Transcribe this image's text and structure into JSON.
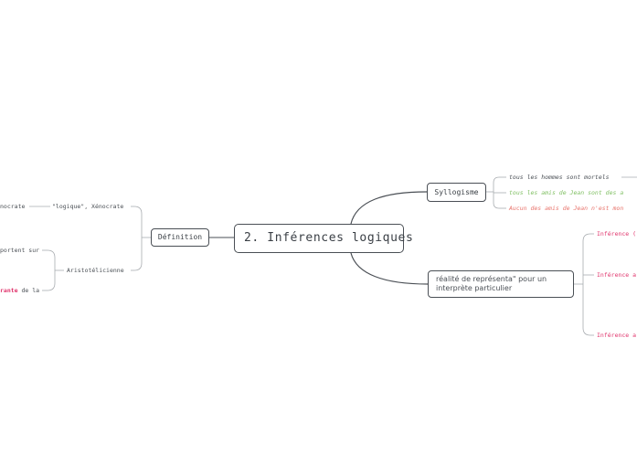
{
  "central": {
    "title": "2. Inférences logiques"
  },
  "right": {
    "syllogisme": {
      "label": "Syllogisme",
      "children": [
        "tous les hommes sont mortels",
        "tous les amis de Jean sont des a",
        "Aucun des amis de Jean n'est mon"
      ]
    },
    "realite": {
      "label": "réalité de représenta\" pour un interprète particulier",
      "children": [
        "Inférence (",
        "Inférence a",
        "Inférence a"
      ]
    }
  },
  "left": {
    "definition": {
      "label": "Définition",
      "children": [
        {
          "label": "\"logique\", Xénocrate",
          "sub": [
            "nocrate"
          ]
        },
        {
          "label": "Aristotélicienne",
          "sub": [
            "portent sur",
            "rante",
            "de la"
          ]
        }
      ]
    }
  },
  "colors": {
    "line": "#4a4f55",
    "grey_line": "#a8acb0",
    "green": "#7fbf62",
    "salmon": "#e8736b",
    "pink": "#e0346c"
  }
}
